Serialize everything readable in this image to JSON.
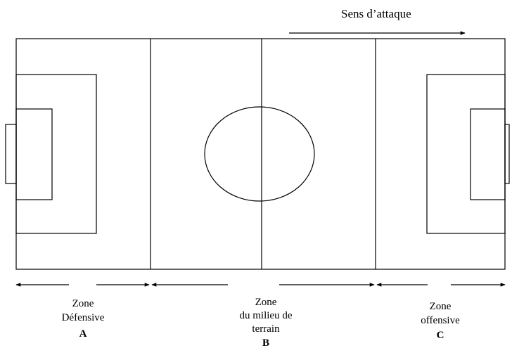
{
  "header": {
    "attack_direction_label": "Sens d’attaque"
  },
  "zones": [
    {
      "line1": "Zone",
      "line2": "Défensive",
      "letter": "A"
    },
    {
      "line1": "Zone",
      "line2": "du milieu de",
      "line3": "terrain",
      "letter": "B"
    },
    {
      "line1": "Zone",
      "line2": "offensive",
      "letter": "C"
    }
  ],
  "colors": {
    "line": "#000000",
    "background": "#ffffff"
  }
}
